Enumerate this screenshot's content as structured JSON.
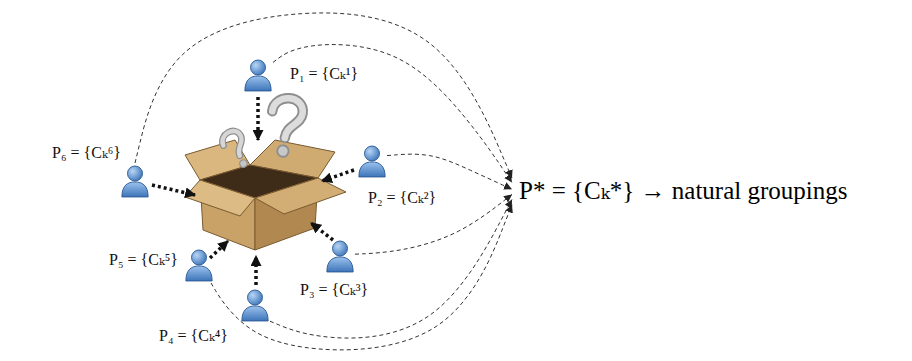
{
  "diagram": {
    "nodes": [
      {
        "text": [
          "P₁ = {Cₖ¹}"
        ]
      },
      {
        "text": [
          "P₂ = {Cₖ²}"
        ]
      },
      {
        "text": [
          "P₃ = {Cₖ³}"
        ]
      },
      {
        "text": [
          "P₄ = {Cₖ⁴}"
        ]
      },
      {
        "text": [
          "P₅ = {Cₖ⁵}"
        ]
      },
      {
        "text": [
          "P₆ = {Cₖ⁶}"
        ]
      },
      {
        "text": [
          "P* = {Cₖ*} → natural groupings"
        ]
      }
    ],
    "edges": [
      {
        "from": 0,
        "to": 6,
        "arrow": "to"
      },
      {
        "from": 1,
        "to": 6,
        "arrow": "to"
      },
      {
        "from": 2,
        "to": 6,
        "arrow": "to"
      },
      {
        "from": 3,
        "to": 6,
        "arrow": "to"
      },
      {
        "from": 4,
        "to": 6,
        "arrow": "to"
      },
      {
        "from": 5,
        "to": 6,
        "arrow": "to"
      }
    ]
  }
}
